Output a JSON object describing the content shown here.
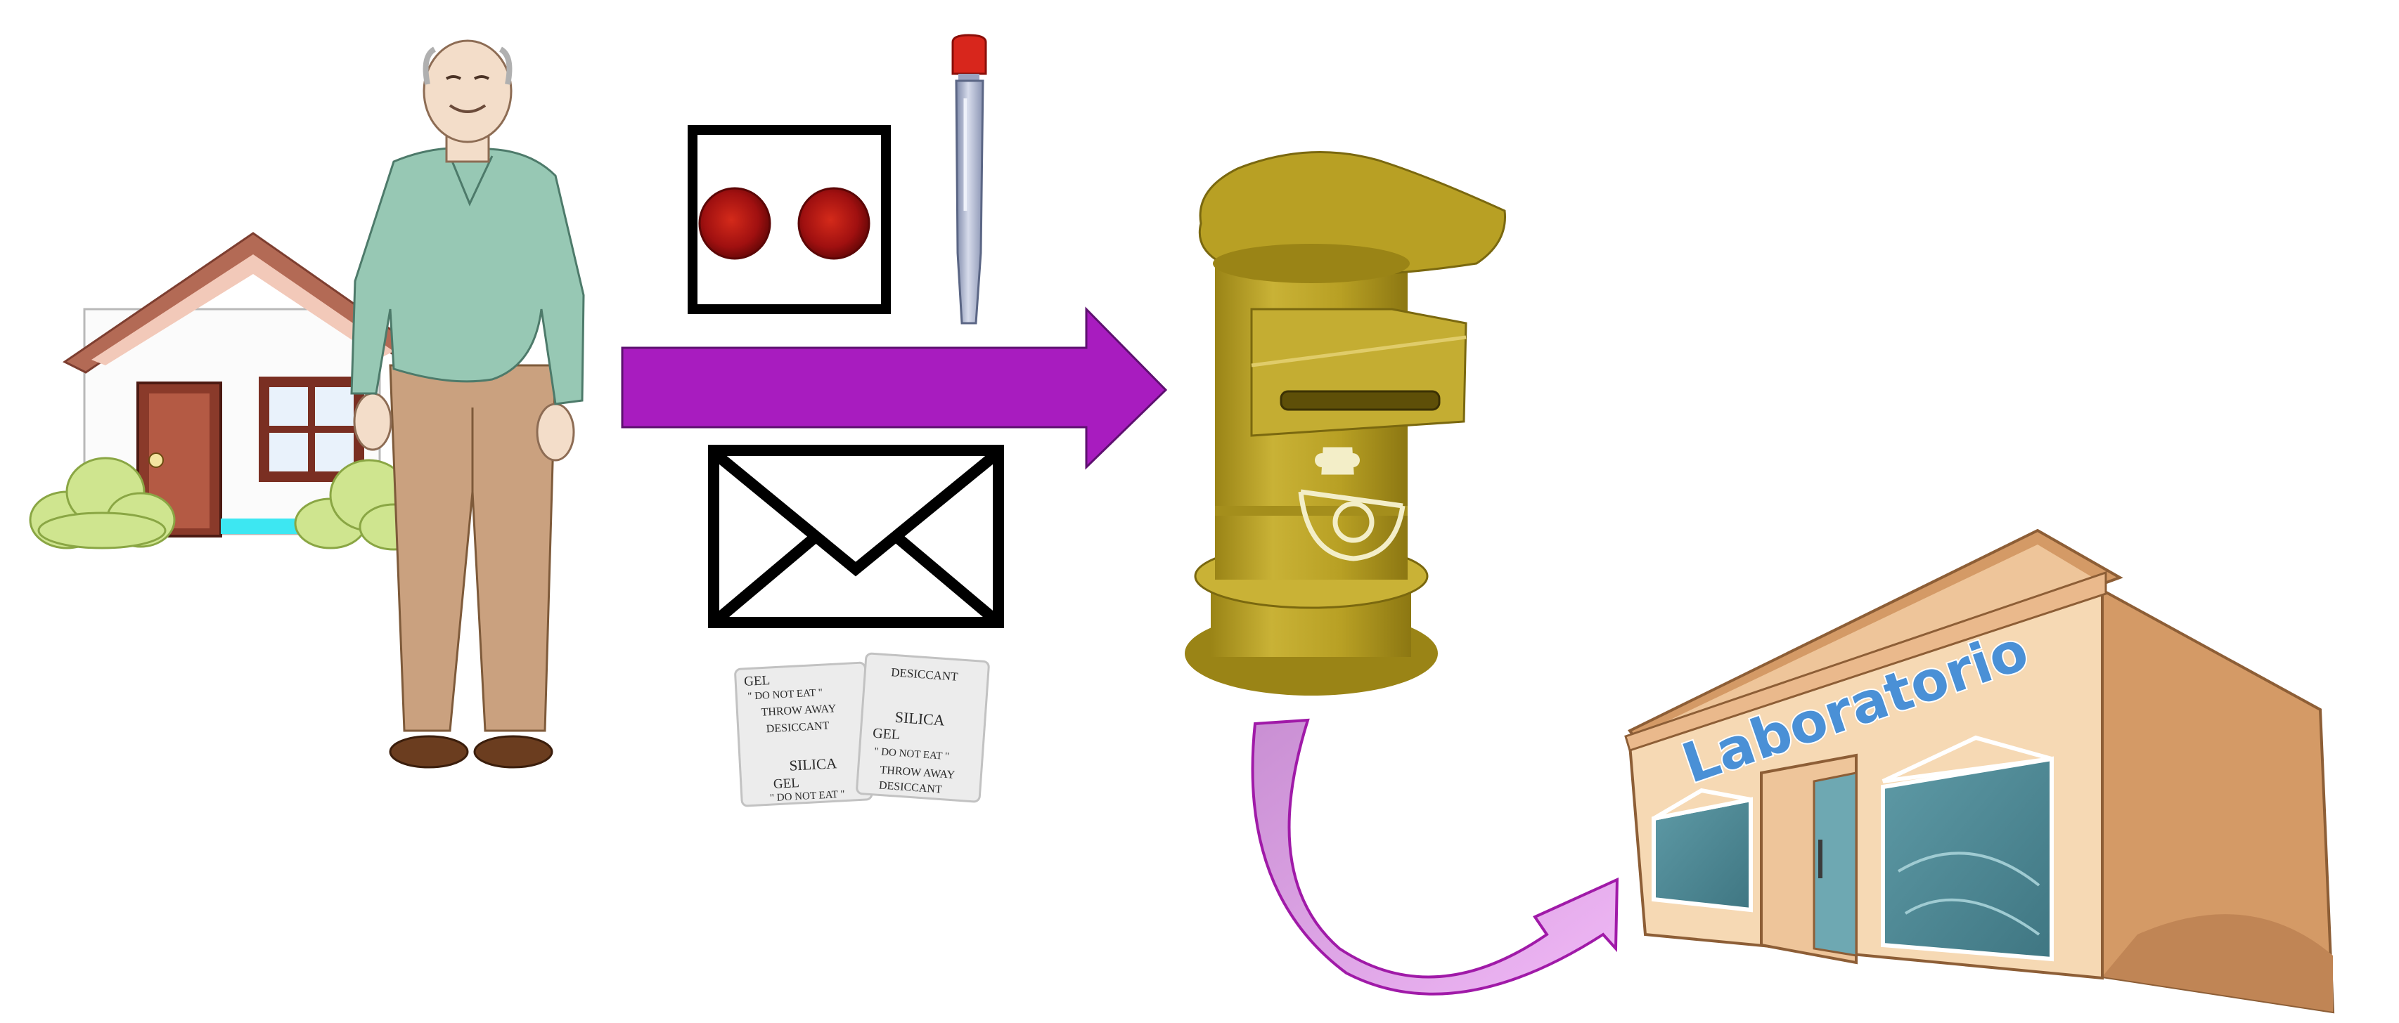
{
  "scene": {
    "description_free": true,
    "colors": {
      "main_arrow": "#a81cbf",
      "curved_arrow_fill": "#e4a6ef",
      "curved_arrow_stroke": "#a01aa8",
      "mailbox": "#b8a024",
      "lab_wall": "#f6d9b4",
      "lab_side": "#d49a66",
      "lab_sign_text": "#4a90d6",
      "sweater": "#97c8b4",
      "trousers": "#caa17f",
      "house_roof": "#b36a55",
      "bush": "#cfe58f",
      "droplet": "#a01010"
    },
    "icons": [
      "house-icon",
      "elderly-man-icon",
      "blood-spots-card-icon",
      "lancet-icon",
      "envelope-icon",
      "desiccant-packets-icon",
      "postal-box-icon",
      "correos-logo-icon",
      "laboratory-building-icon"
    ]
  },
  "desiccant": {
    "left_packet": [
      "GEL",
      "\" DO NOT EAT \"",
      "THROW AWAY",
      "DESICCANT",
      "SILICA",
      "GEL",
      "\" DO NOT EAT \""
    ],
    "right_packet": [
      "DESICCANT",
      "SILICA",
      "GEL",
      "\" DO NOT EAT \"",
      "THROW AWAY",
      "DESICCANT"
    ]
  },
  "laboratory": {
    "sign": "Laboratorio"
  }
}
